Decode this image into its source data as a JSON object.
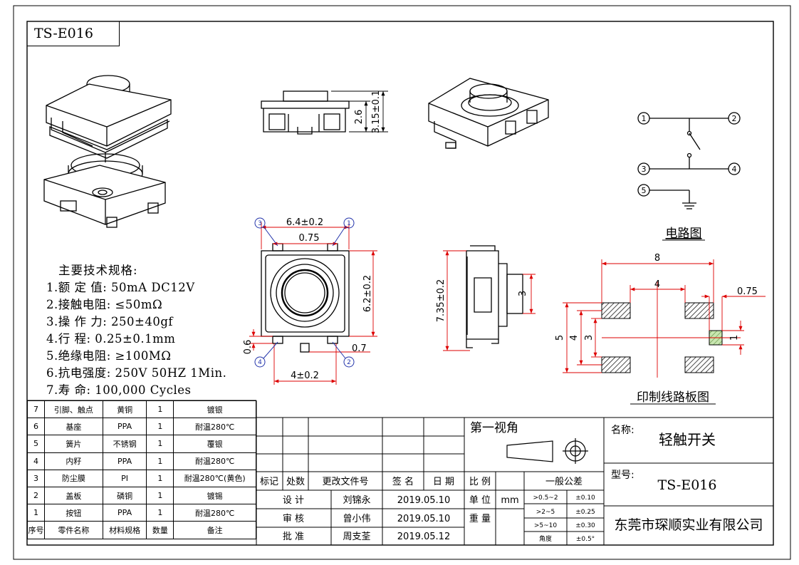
{
  "drawing_code": "TS-E016",
  "spec": {
    "title": "主要技术规格:",
    "items": [
      "1.额 定 值: 50mA DC12V",
      "2.接触电阻: ≤50mΩ",
      "3.操 作 力: 250±40gf",
      "4.行    程: 0.25±0.1mm",
      "5.绝缘电阻: ≥100MΩ",
      "6.抗电强度: 250V 50HZ 1Min.",
      "7.寿    命: 100,000 Cycles"
    ]
  },
  "dims": {
    "side_h1": "2.6",
    "side_h2": "3.15±0.1",
    "top_w": "6.4±0.2",
    "top_pin": "0.75",
    "top_h": "6.2±0.2",
    "pin_06": "0.6",
    "pin_07": "0.7",
    "bottom_w": "4±0.2",
    "side2_h": "7.35±0.2",
    "side2_3": "3",
    "pcb_8": "8",
    "pcb_4": "4",
    "pcb_075": "0.75",
    "pcb_5": "5",
    "pcb_4v": "4",
    "pcb_3": "3",
    "pcb_1": "1"
  },
  "pins": {
    "p1": "1",
    "p2": "2",
    "p3": "3",
    "p4": "4",
    "p5": "5"
  },
  "circuit_label": "电路图",
  "pcb_label": "印制线路板图",
  "bom": [
    [
      "7",
      "引脚、触点",
      "黄铜",
      "1",
      "镀银"
    ],
    [
      "6",
      "基座",
      "PPA",
      "1",
      "耐温280℃"
    ],
    [
      "5",
      "簧片",
      "不锈钢",
      "1",
      "覆银"
    ],
    [
      "4",
      "内籽",
      "PPA",
      "1",
      "耐温280℃"
    ],
    [
      "3",
      "防尘膜",
      "PI",
      "1",
      "耐温280℃(黄色)"
    ],
    [
      "2",
      "盖板",
      "磷铜",
      "1",
      "镀锡"
    ],
    [
      "1",
      "按钮",
      "PPA",
      "1",
      "耐温280℃"
    ],
    [
      "序号",
      "零件名称",
      "材料规格",
      "数量",
      "备注"
    ]
  ],
  "rev_header": [
    "标记",
    "处数",
    "更改文件号",
    "签 名",
    "日 期"
  ],
  "approvals": [
    [
      "设 计",
      "刘锦永",
      "2019.05.10"
    ],
    [
      "审 核",
      "曾小伟",
      "2019.05.10"
    ],
    [
      "批 准",
      "周支荃",
      "2019.05.12"
    ]
  ],
  "projection": "第一视角",
  "scale_label": "比 例",
  "unit_label": "单 位",
  "unit_value": "mm",
  "weight_label": "重 量",
  "tolerance_title": "一般公差",
  "tolerances": [
    [
      ">0.5~2",
      "±0.10"
    ],
    [
      ">2~5",
      "±0.25"
    ],
    [
      ">5~10",
      "±0.30"
    ],
    [
      "角度",
      "±0.5°"
    ]
  ],
  "name_label": "名称:",
  "name_value": "轻触开关",
  "model_label": "型号:",
  "model_value": "TS-E016",
  "company": "东莞市琛顺实业有限公司"
}
